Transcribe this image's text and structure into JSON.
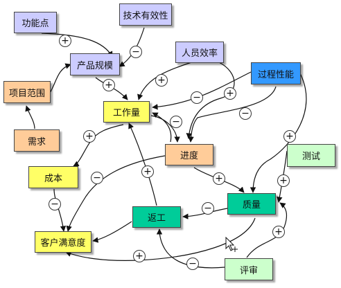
{
  "diagram": {
    "nodes": {
      "gongnengdian": {
        "label": "功能点",
        "color": "#ccccff"
      },
      "jishuyouxiaoxing": {
        "label": "技术有效性",
        "color": "#ccccff"
      },
      "chanpinguimo": {
        "label": "产品规模",
        "color": "#ccccff"
      },
      "renyuanxiaolv": {
        "label": "人员效率",
        "color": "#ccccff"
      },
      "guochengxingneng": {
        "label": "过程性能",
        "color": "#3399ff"
      },
      "xiangmufanwei": {
        "label": "项目范围",
        "color": "#ffcc99"
      },
      "gongzuoliang": {
        "label": "工作量",
        "color": "#ffff66"
      },
      "xuqiu": {
        "label": "需求",
        "color": "#ffcc99"
      },
      "jindu": {
        "label": "进度",
        "color": "#ffcc99"
      },
      "ceshi": {
        "label": "测试",
        "color": "#ccffcc"
      },
      "chengben": {
        "label": "成本",
        "color": "#ffff66"
      },
      "zhiliang": {
        "label": "质量",
        "color": "#00cc99"
      },
      "fangong": {
        "label": "返工",
        "color": "#00cc99"
      },
      "kehumanyidu": {
        "label": "客户满意度",
        "color": "#ffff66"
      },
      "pingshen": {
        "label": "评审",
        "color": "#ccffcc"
      }
    },
    "signs": {
      "plus": "+",
      "minus": "−"
    },
    "edges": [
      {
        "from": "gongnengdian",
        "to": "chanpinguimo",
        "sign": "+"
      },
      {
        "from": "jishuyouxiaoxing",
        "to": "chanpinguimo",
        "sign": "−"
      },
      {
        "from": "chanpinguimo",
        "to": "gongzuoliang",
        "sign": "+"
      },
      {
        "from": "xiangmufanwei",
        "to": "chanpinguimo",
        "sign": ""
      },
      {
        "from": "xuqiu",
        "to": "xiangmufanwei",
        "sign": ""
      },
      {
        "from": "renyuanxiaolv",
        "to": "gongzuoliang",
        "sign": "+"
      },
      {
        "from": "renyuanxiaolv",
        "to": "jindu",
        "sign": "+"
      },
      {
        "from": "guochengxingneng",
        "to": "gongzuoliang",
        "sign": "−"
      },
      {
        "from": "guochengxingneng",
        "to": "jindu",
        "sign": "−"
      },
      {
        "from": "guochengxingneng",
        "to": "zhiliang",
        "sign": "+"
      },
      {
        "from": "gongzuoliang",
        "to": "jindu",
        "sign": "−"
      },
      {
        "from": "jindu",
        "to": "gongzuoliang",
        "sign": ""
      },
      {
        "from": "gongzuoliang",
        "to": "chengben",
        "sign": "+"
      },
      {
        "from": "jindu",
        "to": "zhiliang",
        "sign": "+"
      },
      {
        "from": "jindu",
        "to": "kehumanyidu",
        "sign": "−"
      },
      {
        "from": "chengben",
        "to": "kehumanyidu",
        "sign": "−"
      },
      {
        "from": "ceshi",
        "to": "zhiliang",
        "sign": "+"
      },
      {
        "from": "zhiliang",
        "to": "fangong",
        "sign": "−"
      },
      {
        "from": "fangong",
        "to": "kehumanyidu",
        "sign": ""
      },
      {
        "from": "fangong",
        "to": "gongzuoliang",
        "sign": "+"
      },
      {
        "from": "zhiliang",
        "to": "kehumanyidu",
        "sign": "+"
      },
      {
        "from": "pingshen",
        "to": "zhiliang",
        "sign": "+"
      },
      {
        "from": "pingshen",
        "to": "fangong",
        "sign": "−"
      }
    ]
  }
}
